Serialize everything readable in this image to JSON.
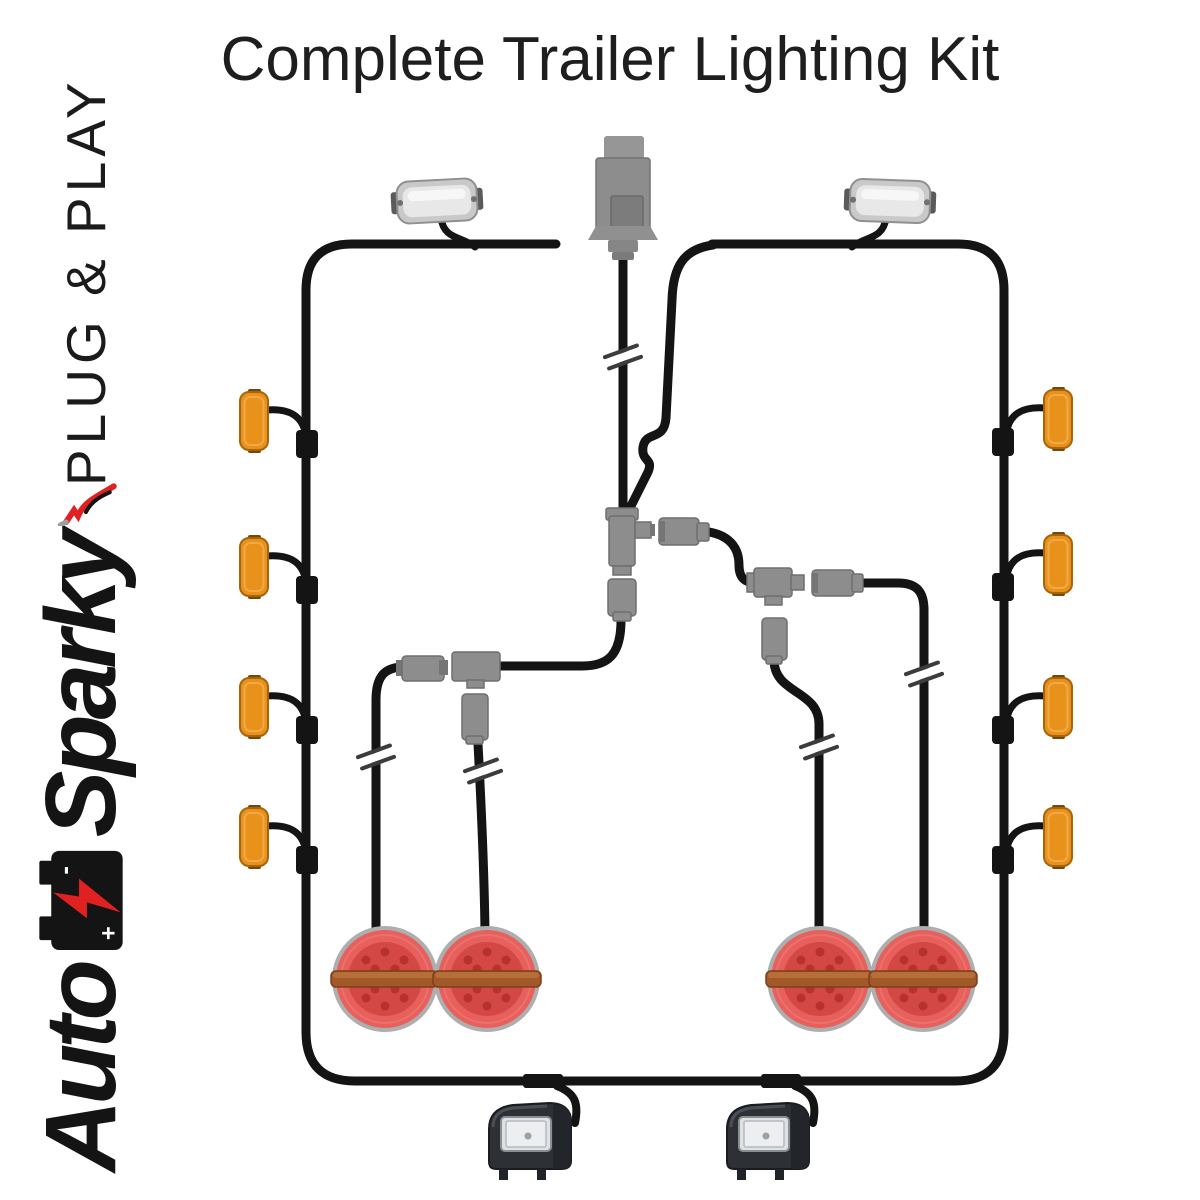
{
  "title": "Complete Trailer Lighting Kit",
  "branding": {
    "tagline_vertical": "PLUG & PLAY",
    "logo_text_1": "Auto",
    "logo_text_2": "Sparky",
    "logo_battery_icon": "battery-with-lightning-bolt-icon",
    "logo_spark_icon": "spark-wires-icon"
  },
  "colors": {
    "cable": "#141414",
    "connector_gray": "#8d8d8d",
    "amber_lens": "#e8921c",
    "amber_border": "#a96408",
    "tail_red_outer": "#e7605c",
    "tail_red_inner": "#d34744",
    "tail_stripe": "#a2592a",
    "tail_rim": "#aeaeae",
    "plate_housing": "#2d3136",
    "logo_red": "#e02121",
    "title_text": "#1e1e1e"
  },
  "diagram": {
    "plug": "7-pin-trailer-plug",
    "front_marker_lights_count": 2,
    "side_marker_lights_count": 8,
    "tail_lights_count": 4,
    "number_plate_lights_count": 2,
    "t_connectors_count": 3,
    "cable_break_marks_count": 5
  }
}
